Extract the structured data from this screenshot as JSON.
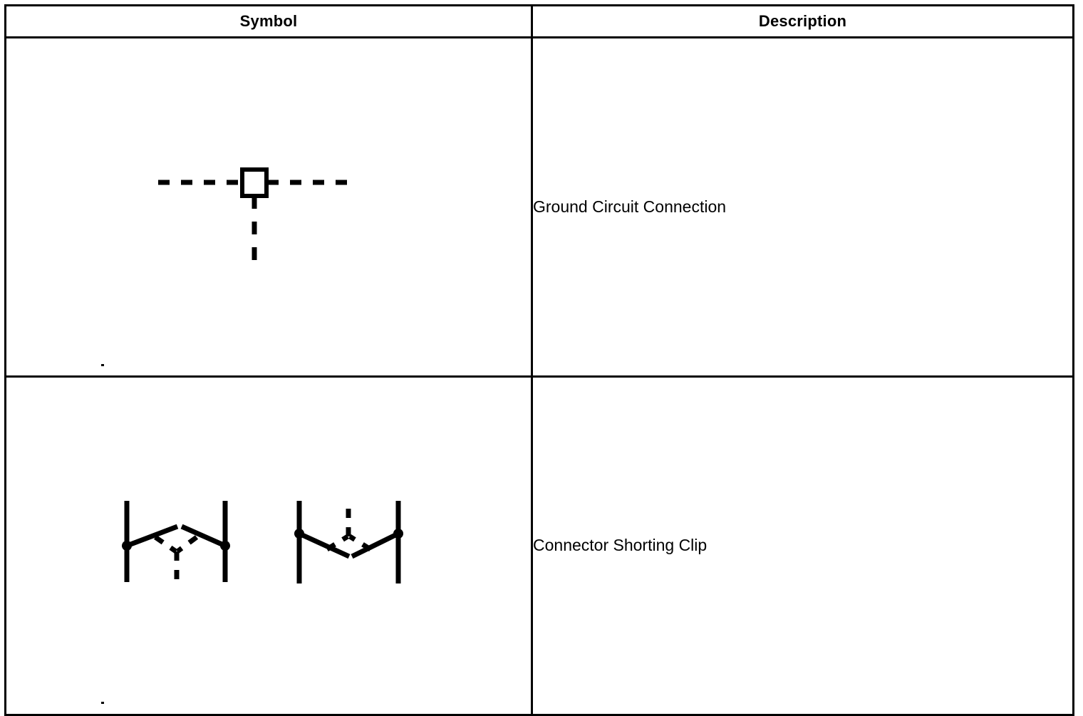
{
  "document": {
    "type": "symbol-legend-table",
    "background_color": "#ffffff",
    "line_color": "#000000"
  },
  "table": {
    "columns": [
      {
        "key": "symbol",
        "header": "Symbol"
      },
      {
        "key": "description",
        "header": "Description"
      }
    ],
    "rows": [
      {
        "symbol_name": "ground-circuit-connection-symbol",
        "description": "Ground Circuit Connection",
        "symbol_parts": [
          "dashed horizontal line left",
          "hollow square node",
          "dashed horizontal line right",
          "dashed vertical line down"
        ]
      },
      {
        "symbol_name": "connector-shorting-clip-symbol",
        "description": "Connector Shorting Clip",
        "symbol_parts": [
          "left connector: two vertical terminal bars with solid contact dots, solid leads peaking upward, dashed clip V with dashed tail downward",
          "right connector: two vertical terminal bars with solid contact dots, solid leads dipping downward, dashed clip V with dashed tail upward"
        ]
      }
    ]
  }
}
